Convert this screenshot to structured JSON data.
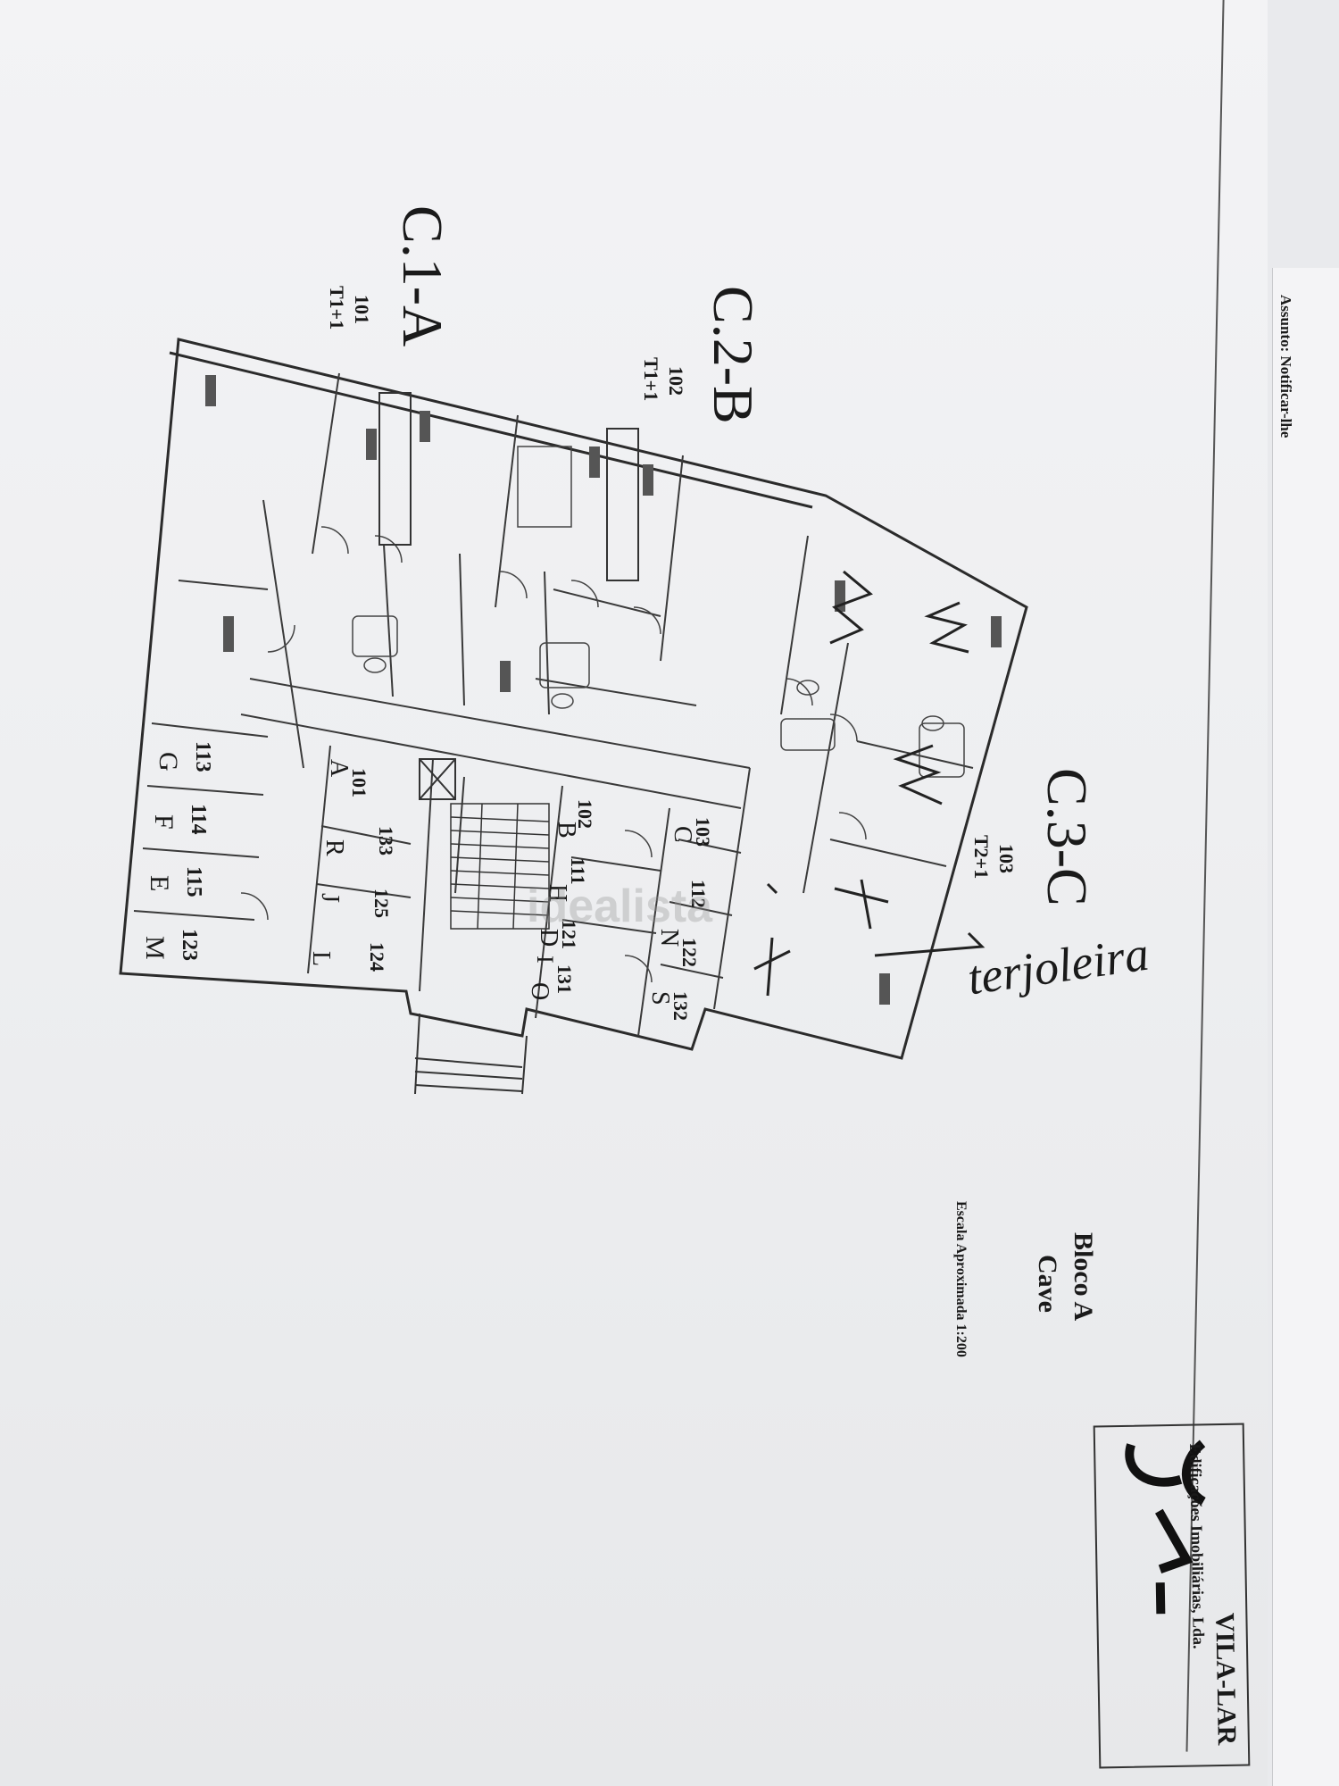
{
  "header": {
    "subject_fragment": "Assunto: Notificar-lhe"
  },
  "plan": {
    "units": [
      {
        "code": "C.1-A",
        "number": "101",
        "type": "T1+1"
      },
      {
        "code": "C.2-B",
        "number": "102",
        "type": "T1+1"
      },
      {
        "code": "C.3-C",
        "number": "103",
        "type": "T2+1"
      }
    ],
    "storage_numbers": [
      "113",
      "114",
      "115",
      "123",
      "101",
      "133",
      "125",
      "124",
      "102",
      "111",
      "121",
      "131",
      "103",
      "112",
      "122",
      "132"
    ],
    "storage_letters": [
      "G",
      "F",
      "E",
      "M",
      "A",
      "R",
      "J",
      "L",
      "B",
      "H",
      "D",
      "I",
      "O",
      "C",
      "N",
      "S"
    ],
    "handwritten_note": "terjoleira",
    "watermark": "idealista"
  },
  "title_block": {
    "block": "Bloco A",
    "level": "Cave",
    "scale": "Escala Aproximada 1:200"
  },
  "company": {
    "name": "VILA-LAR",
    "subtitle": "Edificações Imobiliárias, Lda."
  }
}
